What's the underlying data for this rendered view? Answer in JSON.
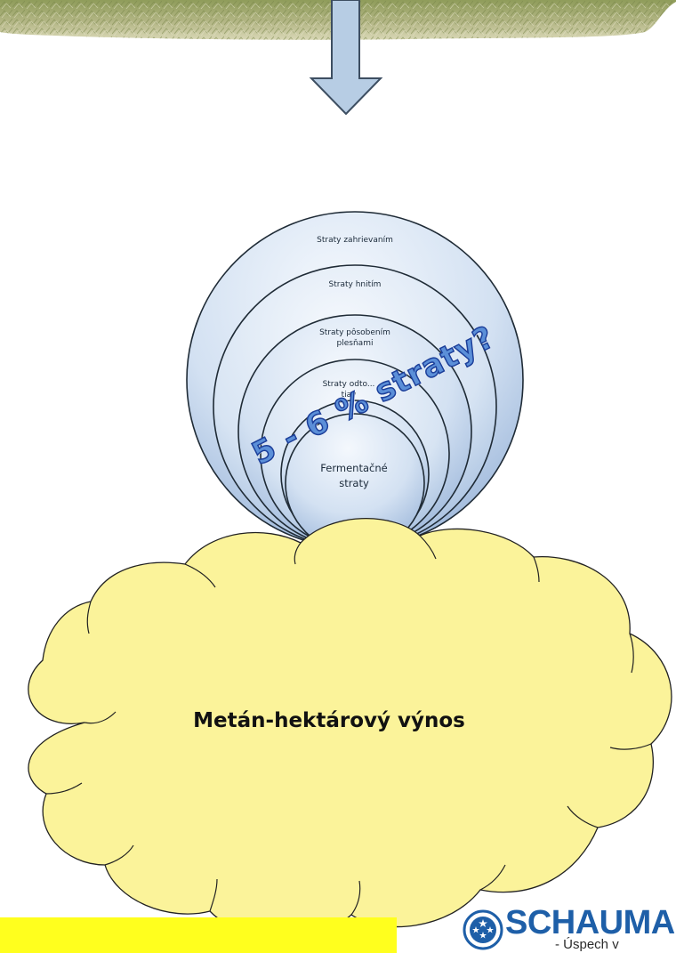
{
  "layers": [
    {
      "label": "Straty zahrievaním"
    },
    {
      "label": "Straty hnitím"
    },
    {
      "label": "Straty pôsobením plesňami"
    },
    {
      "label": "Straty odto... tiav"
    }
  ],
  "core": {
    "label": "Fermentačné straty"
  },
  "loss_estimate": "5 - 6 % straty?",
  "result": {
    "label": "Metán-hektárový výnos"
  },
  "logo": {
    "name": "SCHAUMA",
    "slogan": "- Úspech v"
  },
  "colors": {
    "arrow_fill": "#b7cde4",
    "arrow_stroke": "#3d4e61",
    "sphere_light": "#f1f6fc",
    "sphere_dark": "#9fb8d9",
    "cloud_fill": "#fbf39a",
    "footer_bar": "#ffff1e",
    "logo_blue": "#1e5fa8"
  }
}
